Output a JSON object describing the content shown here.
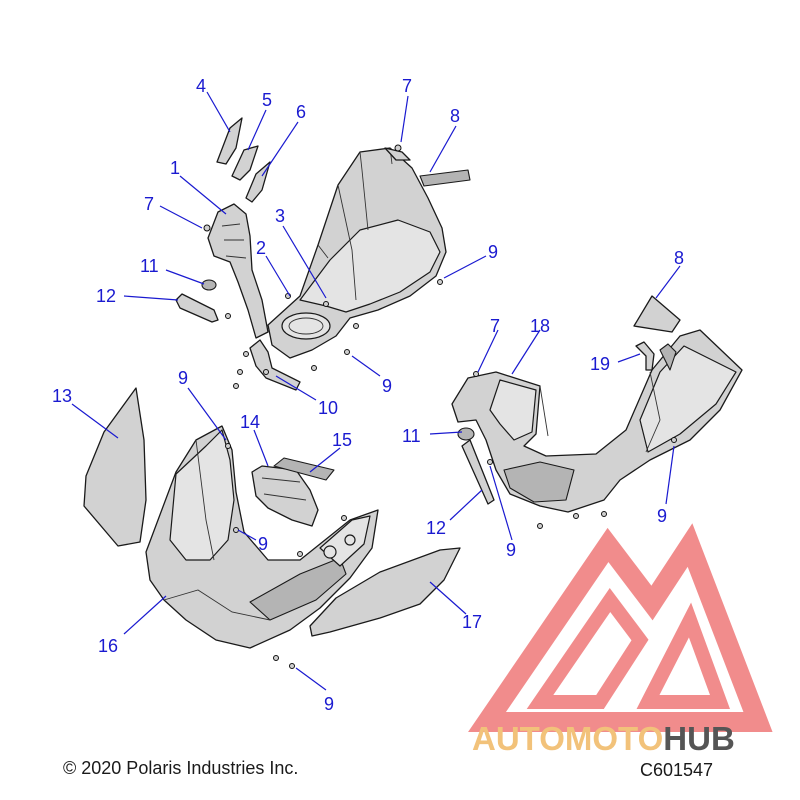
{
  "diagram": {
    "callouts": [
      {
        "label": "4"
      },
      {
        "label": "5"
      },
      {
        "label": "6"
      },
      {
        "label": "7"
      },
      {
        "label": "8"
      },
      {
        "label": "1"
      },
      {
        "label": "7"
      },
      {
        "label": "3"
      },
      {
        "label": "2"
      },
      {
        "label": "9"
      },
      {
        "label": "11"
      },
      {
        "label": "12"
      },
      {
        "label": "9"
      },
      {
        "label": "10"
      },
      {
        "label": "8"
      },
      {
        "label": "7"
      },
      {
        "label": "18"
      },
      {
        "label": "19"
      },
      {
        "label": "13"
      },
      {
        "label": "9"
      },
      {
        "label": "14"
      },
      {
        "label": "15"
      },
      {
        "label": "11"
      },
      {
        "label": "9"
      },
      {
        "label": "12"
      },
      {
        "label": "9"
      },
      {
        "label": "9"
      },
      {
        "label": "16"
      },
      {
        "label": "17"
      },
      {
        "label": "9"
      }
    ]
  },
  "footer": {
    "copyright": "© 2020 Polaris Industries Inc.",
    "code": "C601547"
  },
  "watermark": {
    "word_a": "AUTOMOTO",
    "word_b": "HUB",
    "colors": {
      "logo": "#f08080",
      "accent": "#f2c27a",
      "dark": "#555555"
    }
  },
  "colors": {
    "callout": "#1a1ad0",
    "part_fill": "#d2d2d2",
    "outline": "#1a1a1a"
  }
}
